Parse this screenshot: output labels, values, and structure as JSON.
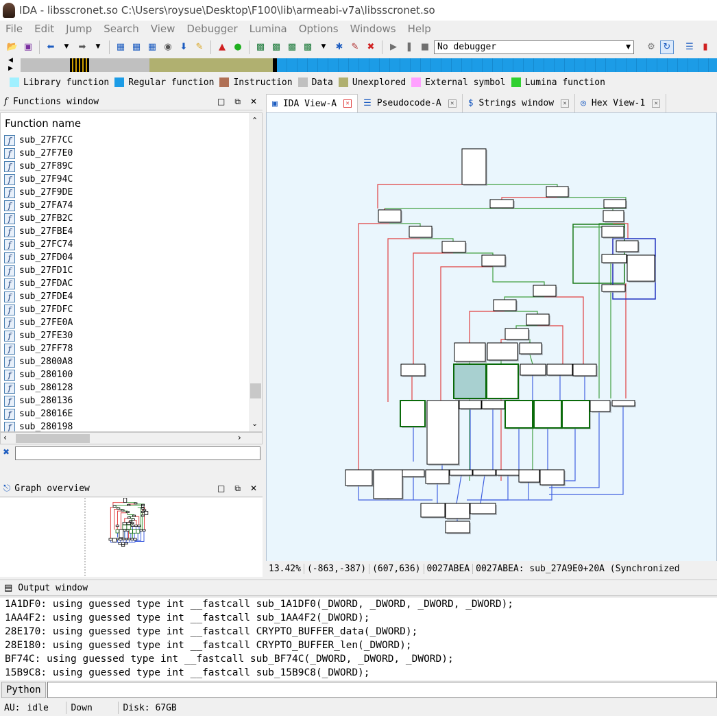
{
  "window": {
    "title": "IDA - libsscronet.so C:\\Users\\roysue\\Desktop\\F100\\lib\\armeabi-v7a\\libsscronet.so"
  },
  "menu": [
    "File",
    "Edit",
    "Jump",
    "Search",
    "View",
    "Debugger",
    "Lumina",
    "Options",
    "Windows",
    "Help"
  ],
  "toolbar": {
    "debugger_select": "No debugger"
  },
  "legend": [
    {
      "label": "Library function",
      "color": "#a0f0ff"
    },
    {
      "label": "Regular function",
      "color": "#1c9ce6"
    },
    {
      "label": "Instruction",
      "color": "#b07055"
    },
    {
      "label": "Data",
      "color": "#c0c0c0"
    },
    {
      "label": "Unexplored",
      "color": "#b0b070"
    },
    {
      "label": "External symbol",
      "color": "#ffa0ff"
    },
    {
      "label": "Lumina function",
      "color": "#30d030"
    }
  ],
  "functions_window": {
    "title": "Functions window",
    "column": "Function name",
    "items": [
      "sub_27F7CC",
      "sub_27F7E0",
      "sub_27F89C",
      "sub_27F94C",
      "sub_27F9DE",
      "sub_27FA74",
      "sub_27FB2C",
      "sub_27FBE4",
      "sub_27FC74",
      "sub_27FD04",
      "sub_27FD1C",
      "sub_27FDAC",
      "sub_27FDE4",
      "sub_27FDFC",
      "sub_27FE0A",
      "sub_27FE30",
      "sub_27FF78",
      "sub_2800A8",
      "sub_280100",
      "sub_280128",
      "sub_280136",
      "sub_28016E",
      "sub_280198"
    ]
  },
  "graph_overview": {
    "title": "Graph overview"
  },
  "tabs": [
    {
      "label": "IDA View-A",
      "active": true,
      "icon": "ida-view-icon"
    },
    {
      "label": "Pseudocode-A",
      "active": false,
      "icon": "pseudocode-icon"
    },
    {
      "label": "Strings window",
      "active": false,
      "icon": "strings-icon"
    },
    {
      "label": "Hex View-1",
      "active": false,
      "icon": "hex-view-icon"
    }
  ],
  "ida_status": {
    "zoom": "13.42%",
    "coords1": "(-863,-387)",
    "coords2": "(607,636)",
    "addr": "0027ABEA",
    "location": "0027ABEA: sub_27A9E0+20A (Synchronized"
  },
  "output_window": {
    "title": "Output window",
    "lines": [
      "1A1DF0: using guessed type int __fastcall sub_1A1DF0(_DWORD, _DWORD, _DWORD, _DWORD);",
      "1AA4F2: using guessed type int __fastcall sub_1AA4F2(_DWORD);",
      "28E170: using guessed type int __fastcall CRYPTO_BUFFER_data(_DWORD);",
      "28E180: using guessed type int __fastcall CRYPTO_BUFFER_len(_DWORD);",
      "BF74C: using guessed type int __fastcall sub_BF74C(_DWORD, _DWORD, _DWORD);",
      "15B9C8: using guessed type int __fastcall sub_15B9C8(_DWORD);"
    ]
  },
  "python": {
    "button": "Python"
  },
  "statusbar": {
    "au_label": "AU:",
    "au_state": "idle",
    "direction": "Down",
    "disk": "Disk: 67GB"
  }
}
